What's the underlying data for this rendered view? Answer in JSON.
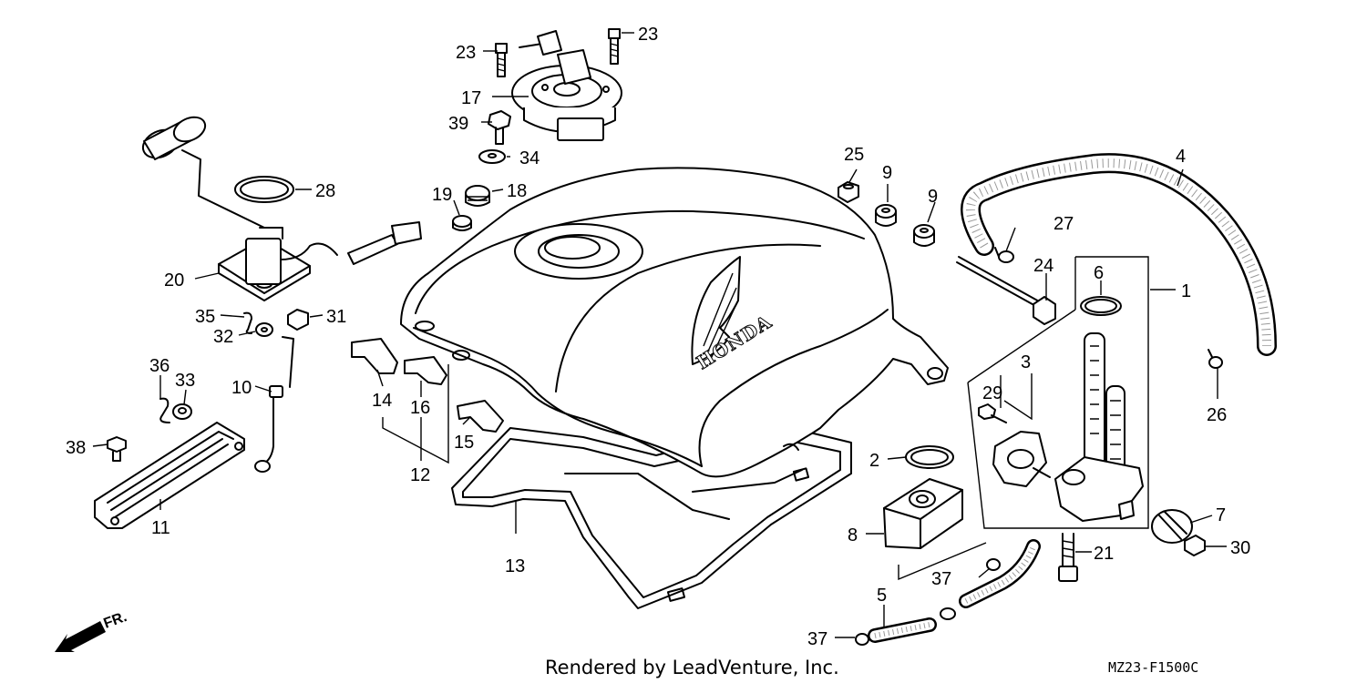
{
  "diagram": {
    "callouts": [
      {
        "id": "1",
        "text": "1"
      },
      {
        "id": "2",
        "text": "2"
      },
      {
        "id": "3",
        "text": "3"
      },
      {
        "id": "4",
        "text": "4"
      },
      {
        "id": "5",
        "text": "5"
      },
      {
        "id": "6",
        "text": "6"
      },
      {
        "id": "7",
        "text": "7"
      },
      {
        "id": "8",
        "text": "8"
      },
      {
        "id": "9a",
        "text": "9"
      },
      {
        "id": "9b",
        "text": "9"
      },
      {
        "id": "10",
        "text": "10"
      },
      {
        "id": "11",
        "text": "11"
      },
      {
        "id": "12",
        "text": "12"
      },
      {
        "id": "13",
        "text": "13"
      },
      {
        "id": "14",
        "text": "14"
      },
      {
        "id": "15",
        "text": "15"
      },
      {
        "id": "16",
        "text": "16"
      },
      {
        "id": "17",
        "text": "17"
      },
      {
        "id": "18",
        "text": "18"
      },
      {
        "id": "19",
        "text": "19"
      },
      {
        "id": "20",
        "text": "20"
      },
      {
        "id": "21",
        "text": "21"
      },
      {
        "id": "23a",
        "text": "23"
      },
      {
        "id": "23b",
        "text": "23"
      },
      {
        "id": "24",
        "text": "24"
      },
      {
        "id": "25",
        "text": "25"
      },
      {
        "id": "26",
        "text": "26"
      },
      {
        "id": "27",
        "text": "27"
      },
      {
        "id": "28",
        "text": "28"
      },
      {
        "id": "29",
        "text": "29"
      },
      {
        "id": "30",
        "text": "30"
      },
      {
        "id": "31",
        "text": "31"
      },
      {
        "id": "32",
        "text": "32"
      },
      {
        "id": "33",
        "text": "33"
      },
      {
        "id": "34",
        "text": "34"
      },
      {
        "id": "35",
        "text": "35"
      },
      {
        "id": "36",
        "text": "36"
      },
      {
        "id": "37a",
        "text": "37"
      },
      {
        "id": "37b",
        "text": "37"
      },
      {
        "id": "38",
        "text": "38"
      },
      {
        "id": "39",
        "text": "39"
      }
    ],
    "tank_logo": "HONDA",
    "front_marker": "FR.",
    "credit": "Rendered by LeadVenture, Inc.",
    "diagram_code": "MZ23-F1500C"
  }
}
